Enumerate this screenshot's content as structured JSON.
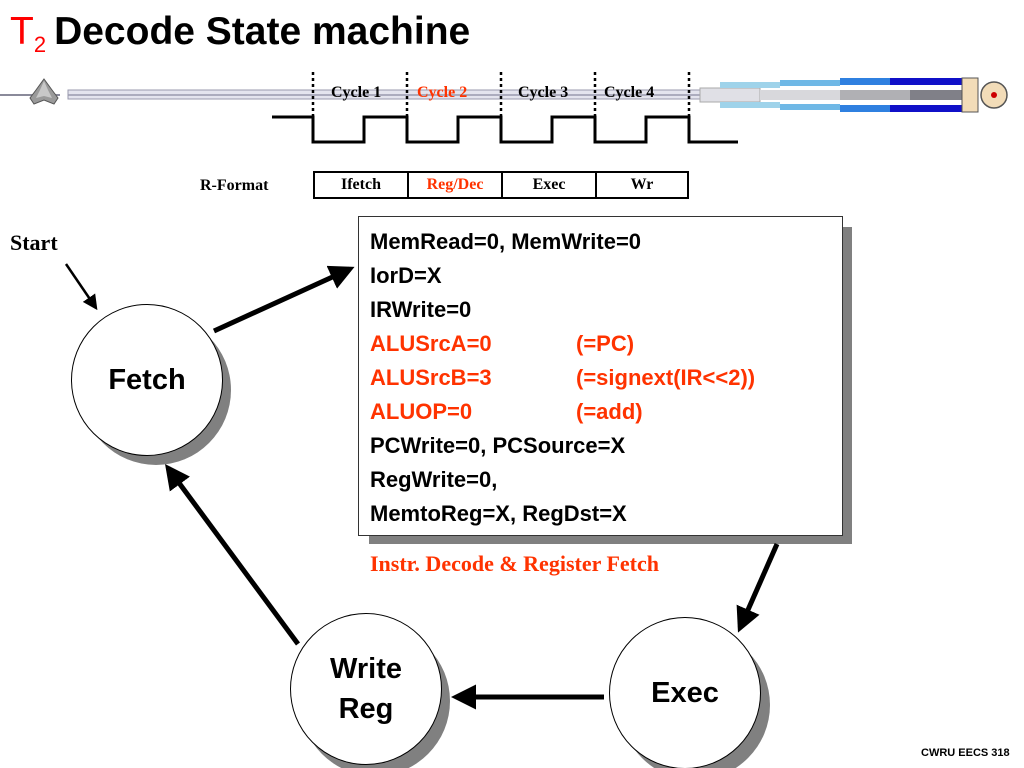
{
  "slide": {
    "title_symbol": "T",
    "title_subscript": "2",
    "title_text": "Decode State machine",
    "footer": "CWRU EECS 318"
  },
  "colors": {
    "highlight": "#ff3300",
    "title_accent": "#ff0000",
    "text": "#000000",
    "shadow": "#808080"
  },
  "timing": {
    "cycles": [
      {
        "label": "Cycle 1",
        "highlight": false
      },
      {
        "label": "Cycle 2",
        "highlight": true
      },
      {
        "label": "Cycle 3",
        "highlight": false
      },
      {
        "label": "Cycle 4",
        "highlight": false
      }
    ],
    "format_label": "R-Format",
    "stages": [
      {
        "label": "Ifetch",
        "highlight": false
      },
      {
        "label": "Reg/Dec",
        "highlight": true
      },
      {
        "label": "Exec",
        "highlight": false
      },
      {
        "label": "Wr",
        "highlight": false
      }
    ]
  },
  "diagram": {
    "start_label": "Start",
    "states": {
      "fetch": "Fetch",
      "exec": "Exec",
      "write_reg_line1": "Write",
      "write_reg_line2": "Reg"
    },
    "transitions": [
      {
        "from": "start",
        "to": "fetch"
      },
      {
        "from": "fetch",
        "to": "decode"
      },
      {
        "from": "decode",
        "to": "exec"
      },
      {
        "from": "exec",
        "to": "write_reg"
      },
      {
        "from": "write_reg",
        "to": "fetch"
      }
    ],
    "decode_state": {
      "caption": "Instr. Decode & Register Fetch",
      "signals": [
        {
          "text": "MemRead=0, MemWrite=0",
          "note": "",
          "highlight": false
        },
        {
          "text": "IorD=X",
          "note": "",
          "highlight": false
        },
        {
          "text": "IRWrite=0",
          "note": "",
          "highlight": false
        },
        {
          "text": "ALUSrcA=0",
          "note": "(=PC)",
          "highlight": true
        },
        {
          "text": "ALUSrcB=3",
          "note": "(=signext(IR<<2))",
          "highlight": true
        },
        {
          "text": "ALUOP=0",
          "note": "(=add)",
          "highlight": true
        },
        {
          "text": "PCWrite=0, PCSource=X",
          "note": "",
          "highlight": false
        },
        {
          "text": "RegWrite=0,",
          "note": "",
          "highlight": false
        },
        {
          "text": "MemtoReg=X, RegDst=X",
          "note": "",
          "highlight": false
        }
      ]
    }
  }
}
